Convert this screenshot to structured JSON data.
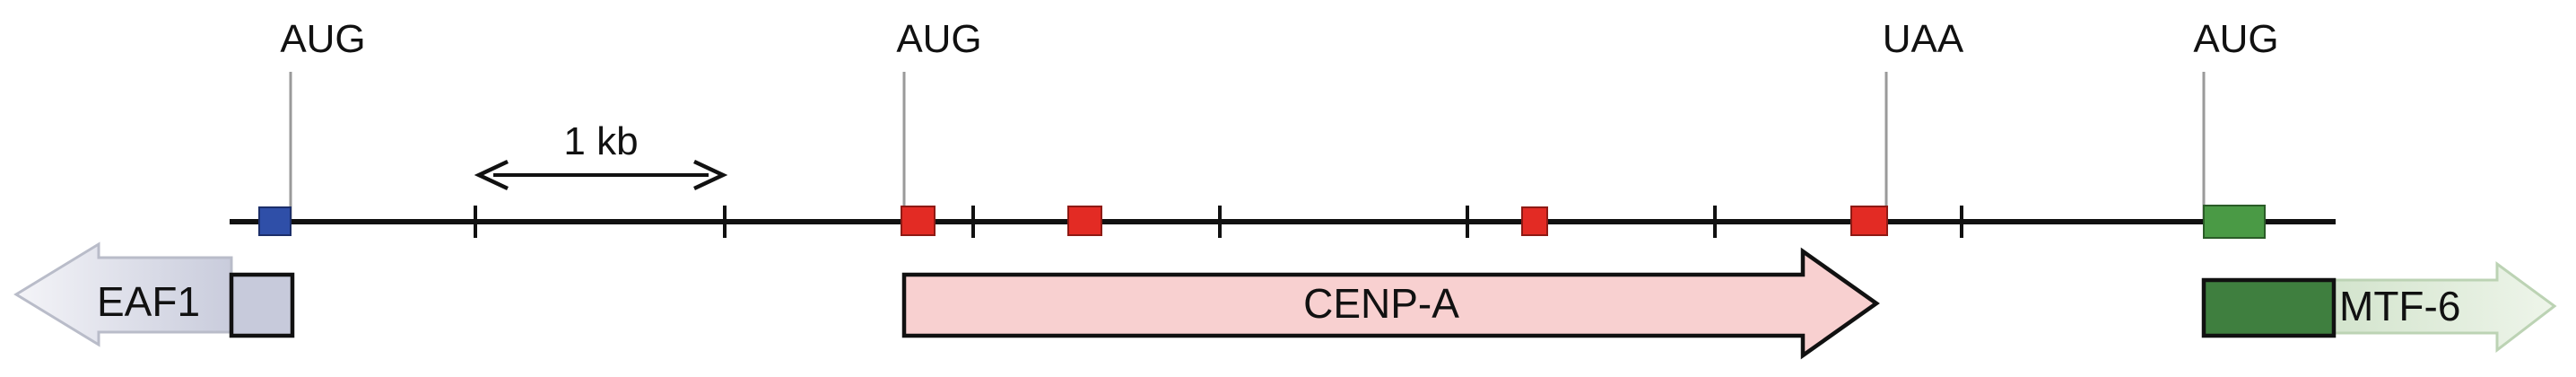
{
  "markers": {
    "eaf1_start": "AUG",
    "cenpa_start": "AUG",
    "cenpa_stop": "UAA",
    "mtf6_start": "AUG"
  },
  "scale_bar": {
    "label": "1 kb"
  },
  "genes": {
    "eaf1": {
      "name": "EAF1"
    },
    "cenpa": {
      "name": "CENP-A"
    },
    "mtf6": {
      "name": "MTF-6"
    }
  },
  "colors": {
    "backbone": "#111111",
    "eaf1_exon": "#2f4fa8",
    "cenpa_exon": "#e32b24",
    "mtf6_exon": "#4a9a45",
    "eaf1_arrow": "#e6e8f0",
    "cenpa_arrow": "#f8d0d0",
    "mtf6_arrow": "#dfeadb",
    "mtf6_box": "#3f7f3f"
  }
}
